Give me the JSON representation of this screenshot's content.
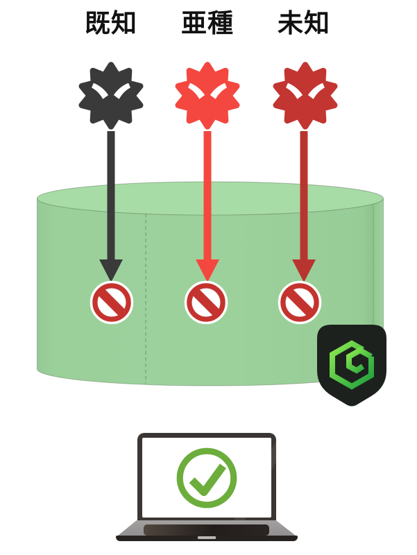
{
  "background_color": "#ffffff",
  "columns": [
    {
      "id": "known",
      "label": "既知",
      "virus_color": "#3a3a3a",
      "arrow_color": "#3a3a3a"
    },
    {
      "id": "variant",
      "label": "亜種",
      "virus_color": "#f4473f",
      "arrow_color": "#f4473f"
    },
    {
      "id": "unknown",
      "label": "未知",
      "virus_color": "#c23531",
      "arrow_color": "#b8352f"
    }
  ],
  "barrier": {
    "body_color": "#9dd19c",
    "top_color": "#a8dca6",
    "edge_color": "#6a9c6b"
  },
  "block_sign": {
    "color": "#c4332e",
    "ring_color": "#ffffff"
  },
  "brand_shield": {
    "background": "#1d211e",
    "logo_gradient_start": "#8ce94f",
    "logo_gradient_end": "#1d9e3e"
  },
  "laptop": {
    "bezel_color": "#3a3633",
    "screen_color": "#ffffff",
    "base_color": "#9c9a99",
    "keyboard_color": "#2a2421",
    "check_color": "#6cad3c"
  },
  "icons": {
    "virus": "virus-icon",
    "block": "no-entry-icon",
    "shield": "security-shield-logo",
    "laptop": "laptop-icon",
    "check": "check-circle-icon"
  }
}
